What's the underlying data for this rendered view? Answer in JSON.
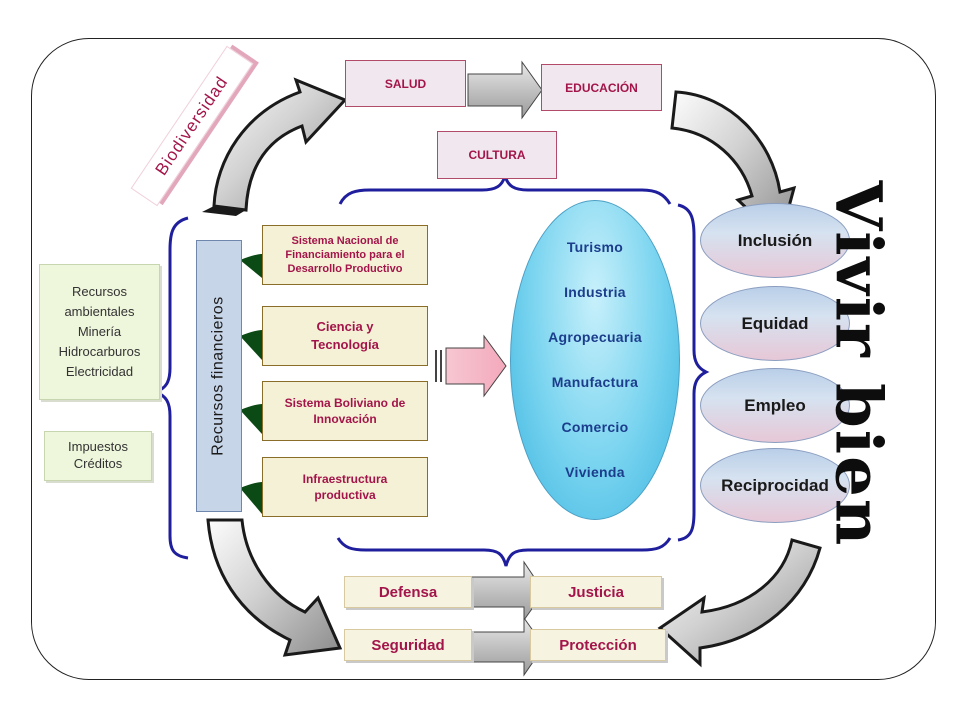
{
  "top": {
    "salud": "SALUD",
    "educacion": "EDUCACIÓN",
    "cultura": "CULTURA"
  },
  "biodiversidad": "Biodiversidad",
  "left_resources": [
    "Recursos ambientales",
    "Minería",
    "Hidrocarburos",
    "Electricidad"
  ],
  "left_taxes": [
    "Impuestos",
    "Créditos"
  ],
  "recursos_financieros": "Recursos financieros",
  "systems": [
    "Sistema Nacional de Financiamiento para el Desarrollo Productivo",
    "Ciencia y Tecnología",
    "Sistema Boliviano de Innovación",
    "Infraestructura productiva"
  ],
  "sectors": [
    "Turismo",
    "Industria",
    "Agropecuaria",
    "Manufactura",
    "Comercio",
    "Vivienda"
  ],
  "outcomes": [
    "Inclusión",
    "Equidad",
    "Empleo",
    "Reciprocidad"
  ],
  "vivir_bien": "Vivir bien",
  "bottom": {
    "defensa": "Defensa",
    "justicia": "Justicia",
    "seguridad": "Seguridad",
    "proteccion": "Protección"
  },
  "colors": {
    "accent": "#a3154a",
    "sector_text": "#1b3d8c",
    "brace": "#1f1f9e",
    "leaf": "#0b4a14"
  },
  "icons": [
    "curved-arrow-icon",
    "block-arrow-icon"
  ]
}
